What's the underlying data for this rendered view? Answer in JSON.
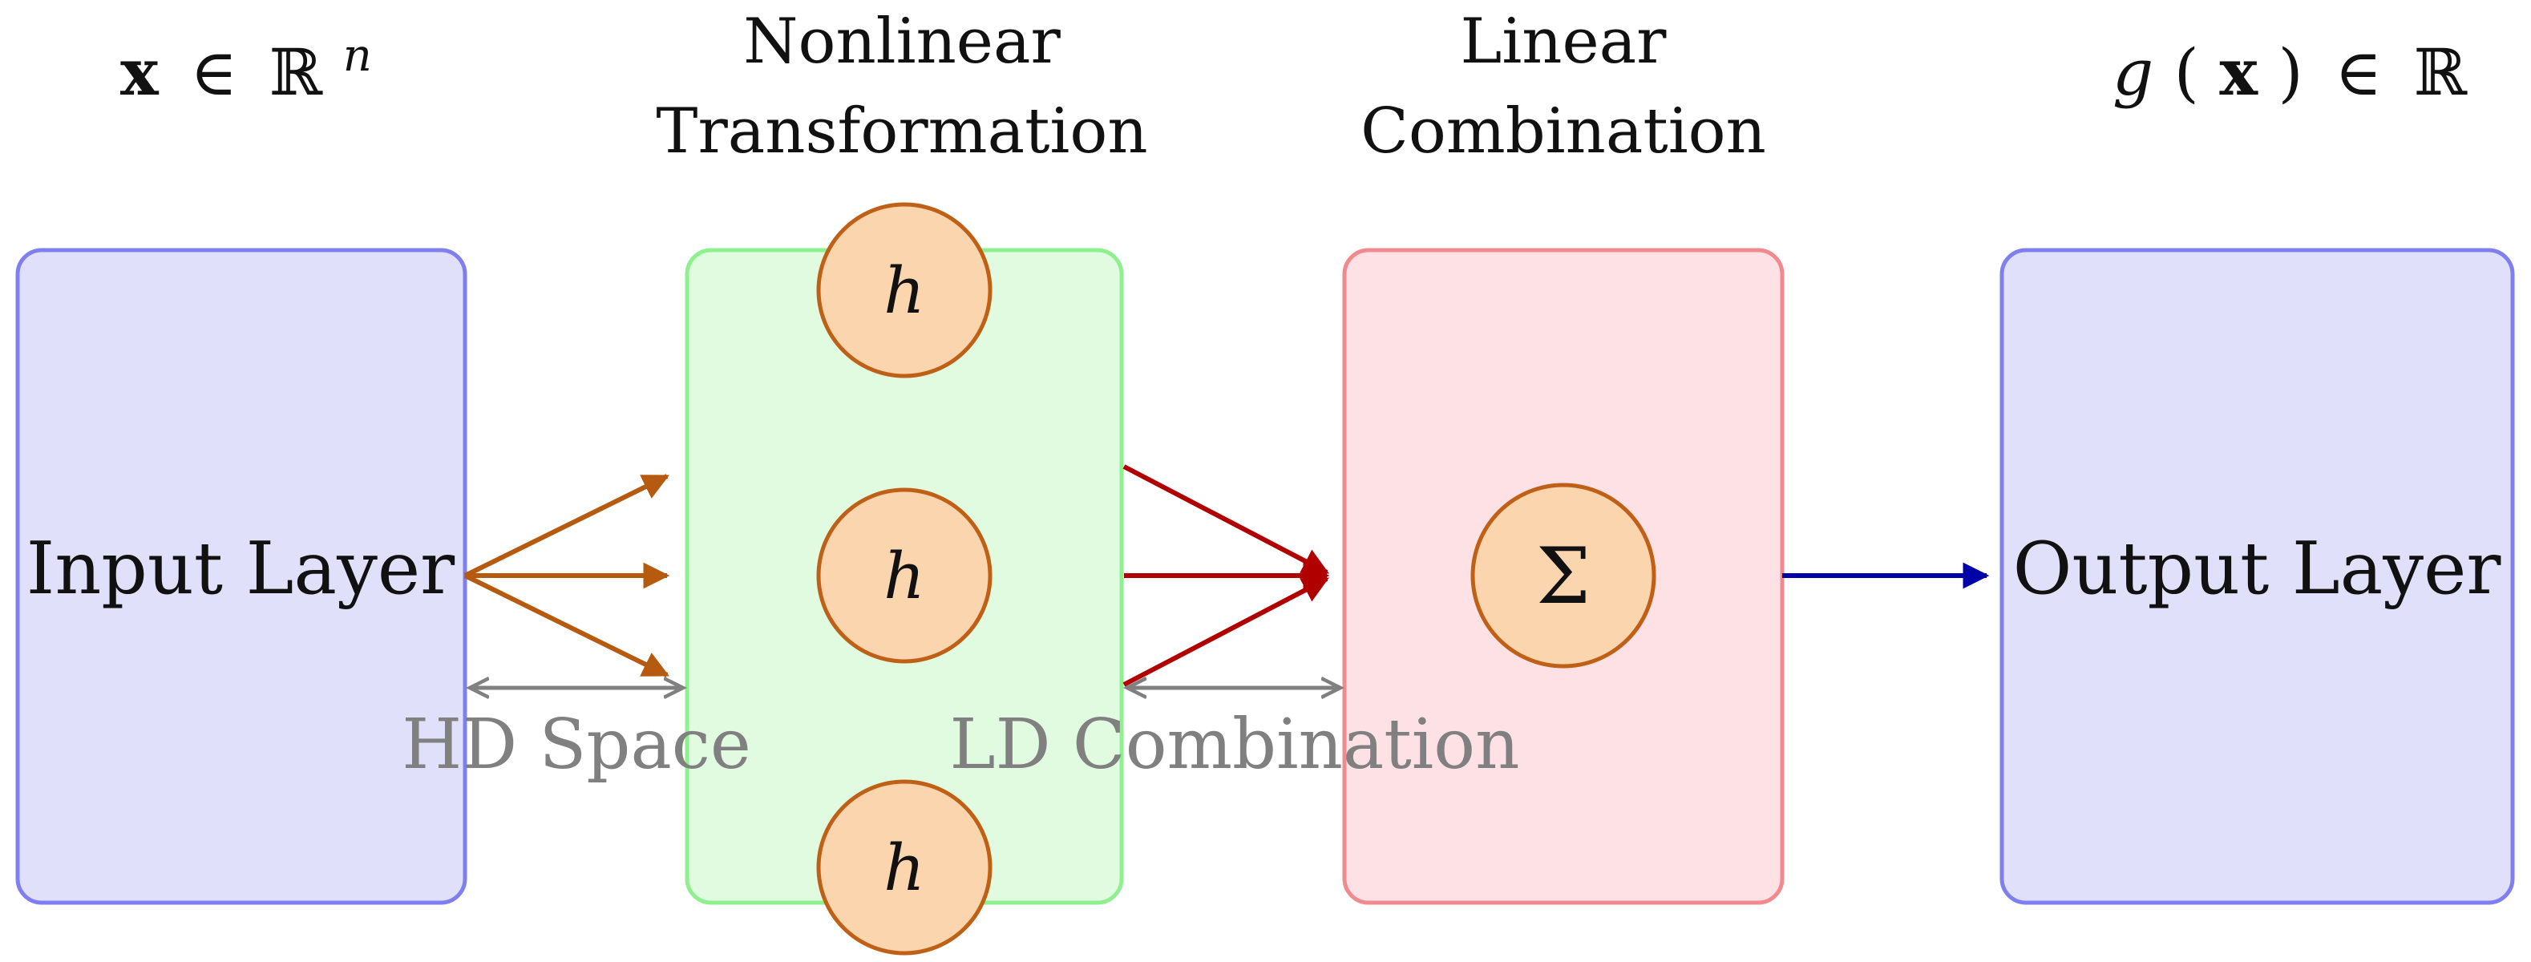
{
  "headings": {
    "input_dim": {
      "vec": "x",
      "in": "∈",
      "set": "ℝ",
      "exp": "n"
    },
    "nonlinear": [
      "Nonlinear",
      "Transformation"
    ],
    "linear": [
      "Linear",
      "Combination"
    ],
    "output_dim": {
      "func": "g",
      "open": "(",
      "vec": "x",
      "close": ")",
      "in": "∈",
      "set": "ℝ"
    }
  },
  "blocks": {
    "input_layer": "Input Layer",
    "output_layer": "Output Layer",
    "hidden_unit_symbol": "h",
    "sum_symbol": "Σ"
  },
  "dimension_labels": {
    "hd_space": "HD Space",
    "ld_combination": "LD Combination"
  },
  "colors": {
    "layer_fill": "#e0e0fa",
    "layer_stroke": "#7f7ff0",
    "hidden_fill": "#e0fbe0",
    "hidden_stroke": "#8ef08e",
    "combo_fill": "#fde1e5",
    "combo_stroke": "#f08a8f",
    "node_fill": "#fbd5ae",
    "node_stroke": "#c06016",
    "input_arrow": "#b55a0f",
    "combo_arrow": "#b00000",
    "output_arrow": "#0000a8",
    "dim_arrow": "#808080"
  }
}
